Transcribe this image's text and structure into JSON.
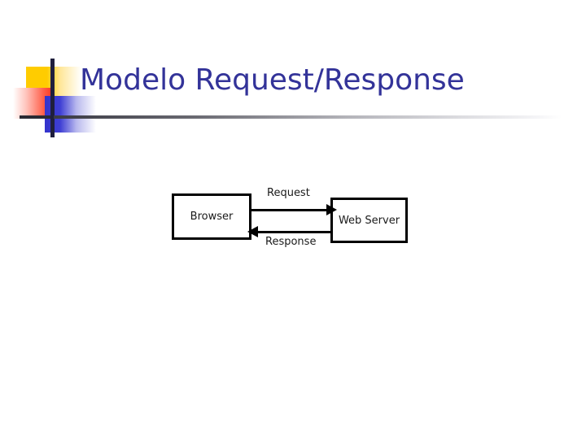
{
  "slide": {
    "title": "Modelo Request/Response",
    "title_color": "#333399",
    "background_color": "#ffffff"
  },
  "decoration": {
    "yellow_square_color": "#ffcc00",
    "red_square_color": "#fb3c26",
    "blue_square_color": "#3333cc",
    "bar_color": "#1f1f3d",
    "rule_color": "#3a3a44"
  },
  "diagram": {
    "type": "flow",
    "nodes": [
      {
        "id": "browser",
        "label": "Browser"
      },
      {
        "id": "web-server",
        "label": "Web Server"
      }
    ],
    "edges": [
      {
        "id": "request",
        "label": "Request",
        "from": "browser",
        "to": "web-server",
        "direction": "right"
      },
      {
        "id": "response",
        "label": "Response",
        "from": "web-server",
        "to": "browser",
        "direction": "left"
      }
    ],
    "stroke_color": "#000000"
  }
}
